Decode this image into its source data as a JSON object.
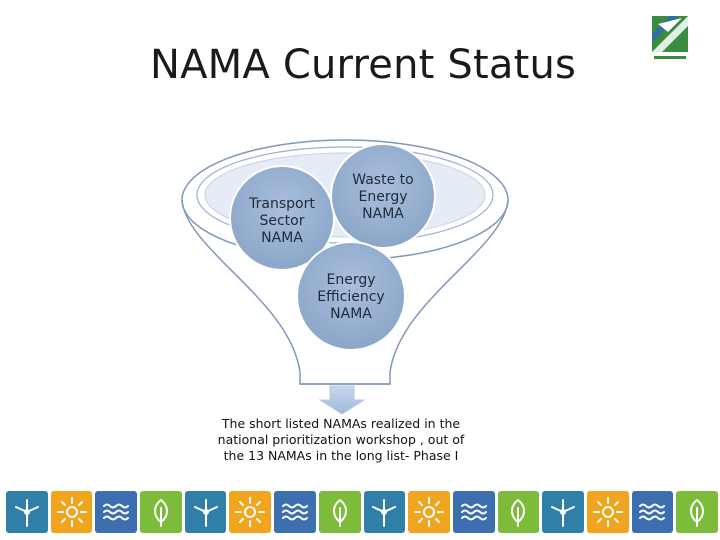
{
  "slide": {
    "title": "NAMA Current Status"
  },
  "diagram": {
    "circles": [
      {
        "label": "Transport Sector NAMA",
        "lines": [
          "Transport",
          "Sector",
          "NAMA"
        ]
      },
      {
        "label": "Waste to Energy NAMA",
        "lines": [
          "Waste to",
          "Energy",
          "NAMA"
        ]
      },
      {
        "label": "Energy Efficiency NAMA",
        "lines": [
          "Energy",
          "Efficiency",
          "NAMA"
        ]
      }
    ],
    "caption_lines": [
      "The short listed NAMAs realized in the",
      "national prioritization workshop , out of",
      "the 13 NAMAs in the long list- Phase I"
    ]
  },
  "footer": {
    "icons": [
      "wind-icon",
      "sun-icon",
      "water-icon",
      "leaf-icon",
      "wind-icon",
      "sun-icon",
      "water-icon",
      "leaf-icon",
      "wind-icon",
      "sun-icon",
      "water-icon",
      "leaf-icon",
      "wind-icon",
      "sun-icon",
      "water-icon",
      "leaf-icon"
    ],
    "colors": {
      "wind": "#2f7fa8",
      "sun": "#f1a51e",
      "water": "#3d6eb0",
      "leaf": "#7dbb3a"
    }
  }
}
